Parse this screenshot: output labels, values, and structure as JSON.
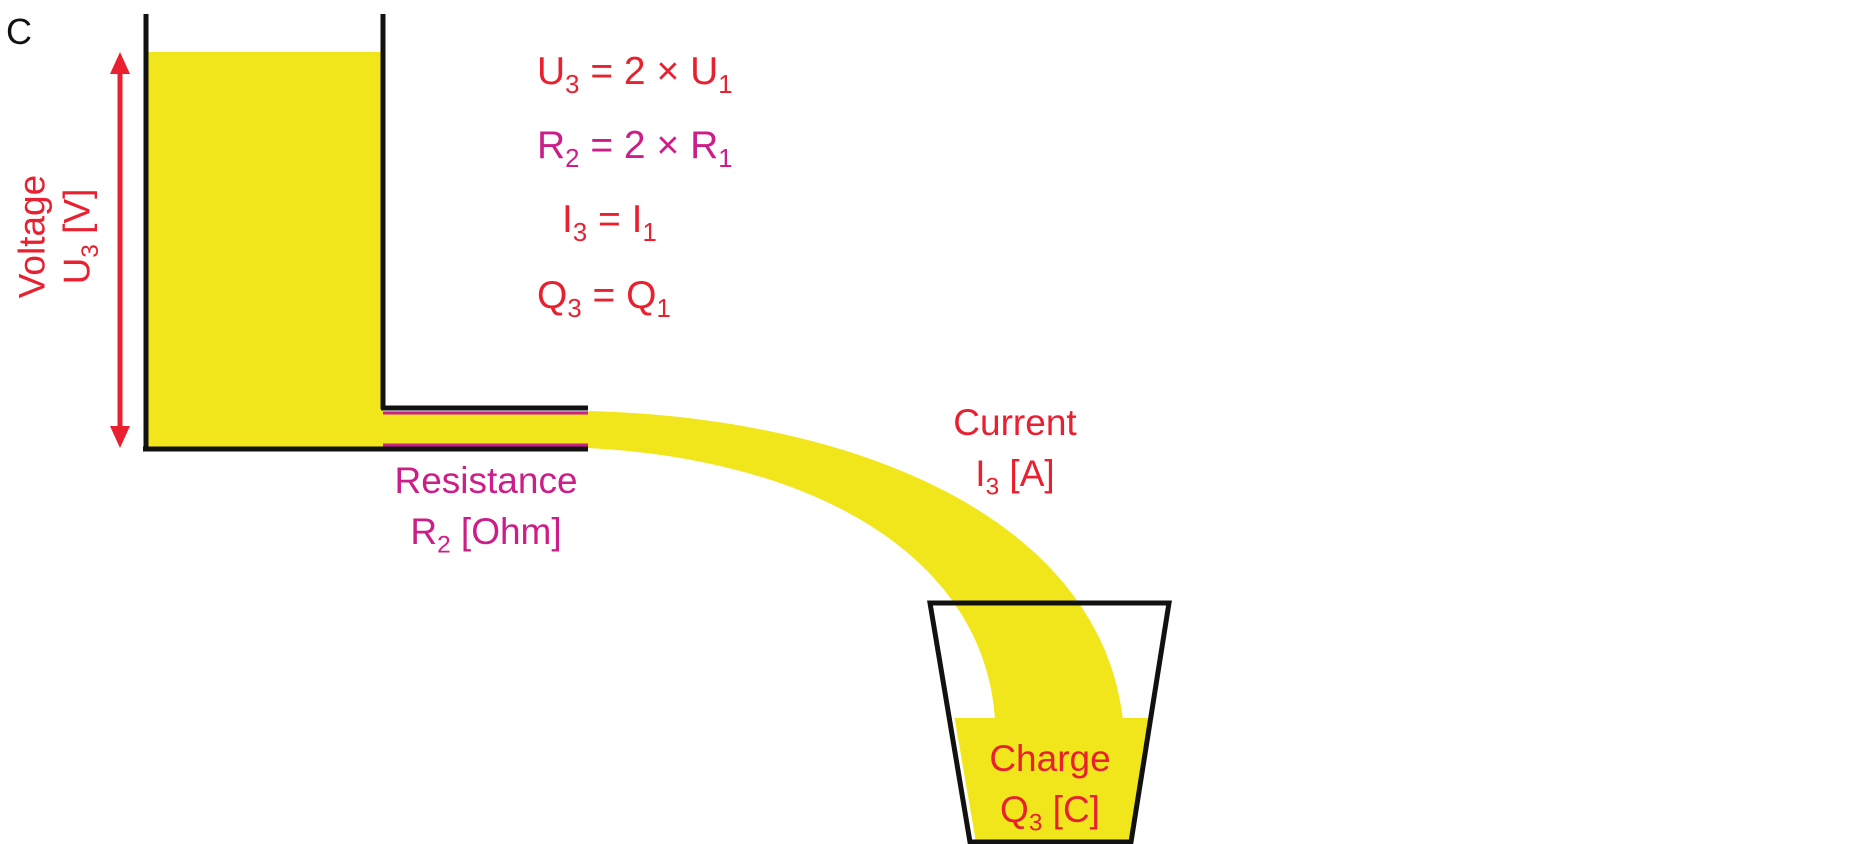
{
  "panel_label": "C",
  "equations": {
    "u": {
      "a": "U",
      "a_sub": "3",
      "rest": " = 2 × U",
      "b_sub": "1"
    },
    "r": {
      "a": "R",
      "a_sub": "2",
      "rest": " = 2 × R",
      "b_sub": "1"
    },
    "i": {
      "a": "I",
      "a_sub": "3",
      "rest": " = I",
      "b_sub": "1"
    },
    "q": {
      "a": "Q",
      "a_sub": "3",
      "rest": " = Q",
      "b_sub": "1"
    }
  },
  "voltage": {
    "line1": "Voltage",
    "sym": "U",
    "sub": "3",
    "unit": " [V]"
  },
  "resistance": {
    "line1": "Resistance",
    "sym": "R",
    "sub": "2",
    "unit": " [Ohm]"
  },
  "current": {
    "line1": "Current",
    "sym": "I",
    "sub": "3",
    "unit": " [A]"
  },
  "charge": {
    "line1": "Charge",
    "sym": "Q",
    "sub": "3",
    "unit": " [C]"
  },
  "colors": {
    "fluid": "#f1e61b",
    "outline": "#111111",
    "voltage_red": "#e8202f",
    "resistance_magenta": "#cc1d88"
  }
}
